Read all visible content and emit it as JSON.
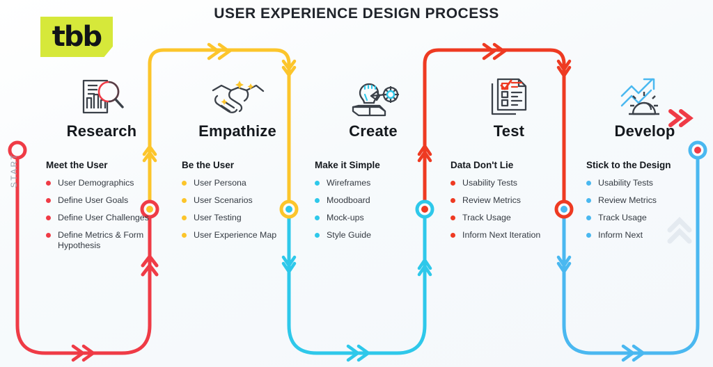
{
  "logo": {
    "text": "tbb",
    "plate_color": "#d6e83a",
    "text_color": "#111418"
  },
  "header": {
    "title": "USER EXPERIENCE DESIGN PROCESS"
  },
  "start_marker": {
    "label": "START",
    "color": "#ef3b46"
  },
  "palette": {
    "red": "#ef3b46",
    "yellow": "#fcc52b",
    "cyan": "#2ec8ea",
    "orange_red": "#ee3a22",
    "light_blue": "#4ab8f0",
    "text_dark": "#14181d",
    "text_body": "#343a42",
    "start_gray": "#9aa3ad",
    "background": "#fbfcfd"
  },
  "columns": [
    {
      "id": "research",
      "stage": "Research",
      "icon": "document-chart-magnifier-icon",
      "subhead": "Meet the User",
      "accent": "#ef3b46",
      "items": [
        "User Demographics",
        "Define User Goals",
        "Define User Challenges",
        "Define Metrics & Form Hypothesis"
      ]
    },
    {
      "id": "empathize",
      "stage": "Empathize",
      "icon": "handshake-sparkle-icon",
      "subhead": "Be the User",
      "accent": "#fcc52b",
      "items": [
        "User Persona",
        "User Scenarios",
        "User Testing",
        "User Experience Map"
      ]
    },
    {
      "id": "create",
      "stage": "Create",
      "icon": "lightbulb-pencil-gear-box-icon",
      "subhead": "Make it Simple",
      "accent": "#2ec8ea",
      "items": [
        "Wireframes",
        "Moodboard",
        "Mock-ups",
        "Style Guide"
      ]
    },
    {
      "id": "test",
      "stage": "Test",
      "icon": "checklist-document-icon",
      "subhead": "Data Don't Lie",
      "accent": "#ee3a22",
      "items": [
        "Usability Tests",
        "Review Metrics",
        "Track Usage",
        "Inform Next Iteration"
      ]
    },
    {
      "id": "develop",
      "stage": "Develop",
      "icon": "gear-growth-arrow-icon",
      "subhead": "Stick to the Design",
      "accent": "#4ab8f0",
      "items": [
        "Usability Tests",
        "Review Metrics",
        "Track Usage",
        "Inform Next"
      ]
    }
  ],
  "decorations": {
    "end_chevron": "double-chevron-right-icon",
    "watermark_chevron": "double-chevron-up-watermark-icon"
  }
}
